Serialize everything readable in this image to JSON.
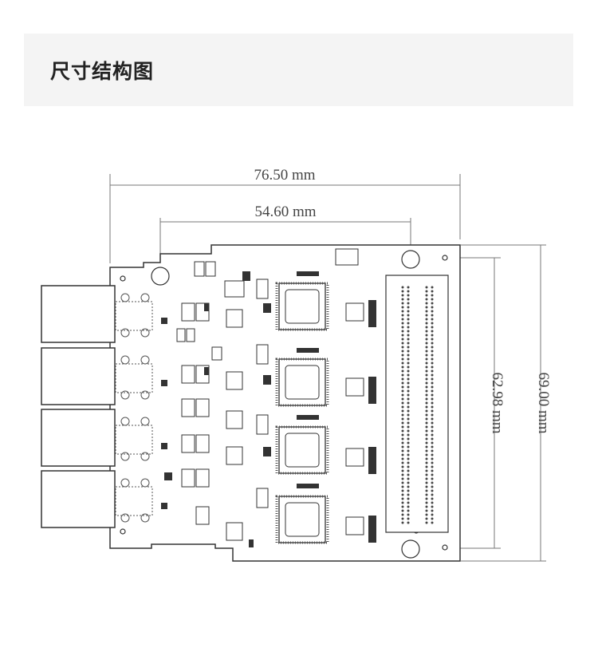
{
  "header": {
    "title": "尺寸结构图"
  },
  "dimensions": {
    "overall_width": "76.50 mm",
    "inner_width": "54.60 mm",
    "inner_height": "62.98 mm",
    "overall_height": "69.00 mm"
  },
  "colors": {
    "outline": "#333333",
    "dim_line": "#777777",
    "header_bg": "#f4f4f4"
  }
}
